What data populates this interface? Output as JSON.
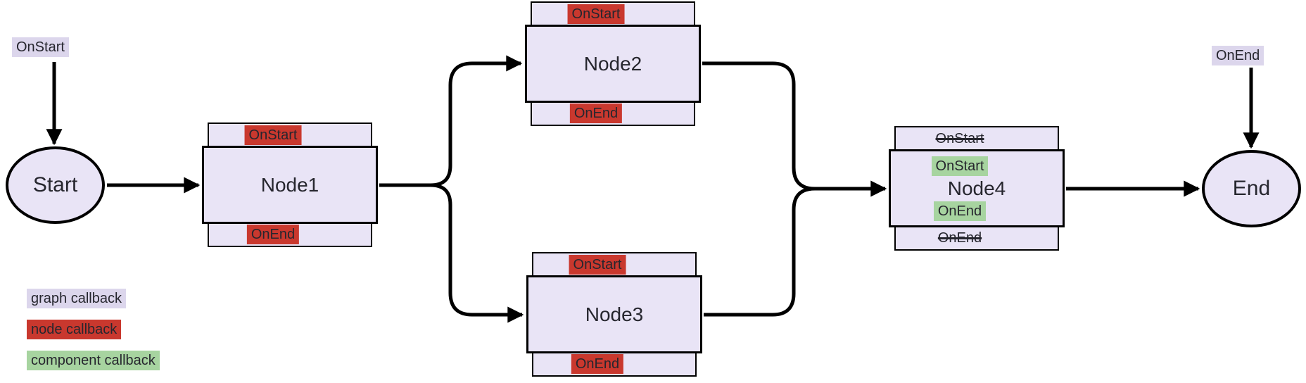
{
  "diagram": {
    "start_terminal": {
      "label": "Start",
      "callback": "OnStart"
    },
    "end_terminal": {
      "label": "End",
      "callback": "OnEnd"
    },
    "nodes": {
      "node1": {
        "title": "Node1",
        "on_start": "OnStart",
        "on_end": "OnEnd"
      },
      "node2": {
        "title": "Node2",
        "on_start": "OnStart",
        "on_end": "OnEnd"
      },
      "node3": {
        "title": "Node3",
        "on_start": "OnStart",
        "on_end": "OnEnd"
      },
      "node4": {
        "title": "Node4",
        "disabled_on_start": "OnStart",
        "component_on_start": "OnStart",
        "component_on_end": "OnEnd",
        "disabled_on_end": "OnEnd"
      }
    },
    "legend": {
      "graph": "graph callback",
      "node": "node callback",
      "component": "component callback"
    }
  },
  "colors": {
    "graph_callback": "#dcd6ec",
    "node_callback": "#c9382e",
    "component_callback": "#a7d4a0",
    "node_fill": "#e9e4f6",
    "outline": "#000000",
    "text": "#26262e"
  }
}
